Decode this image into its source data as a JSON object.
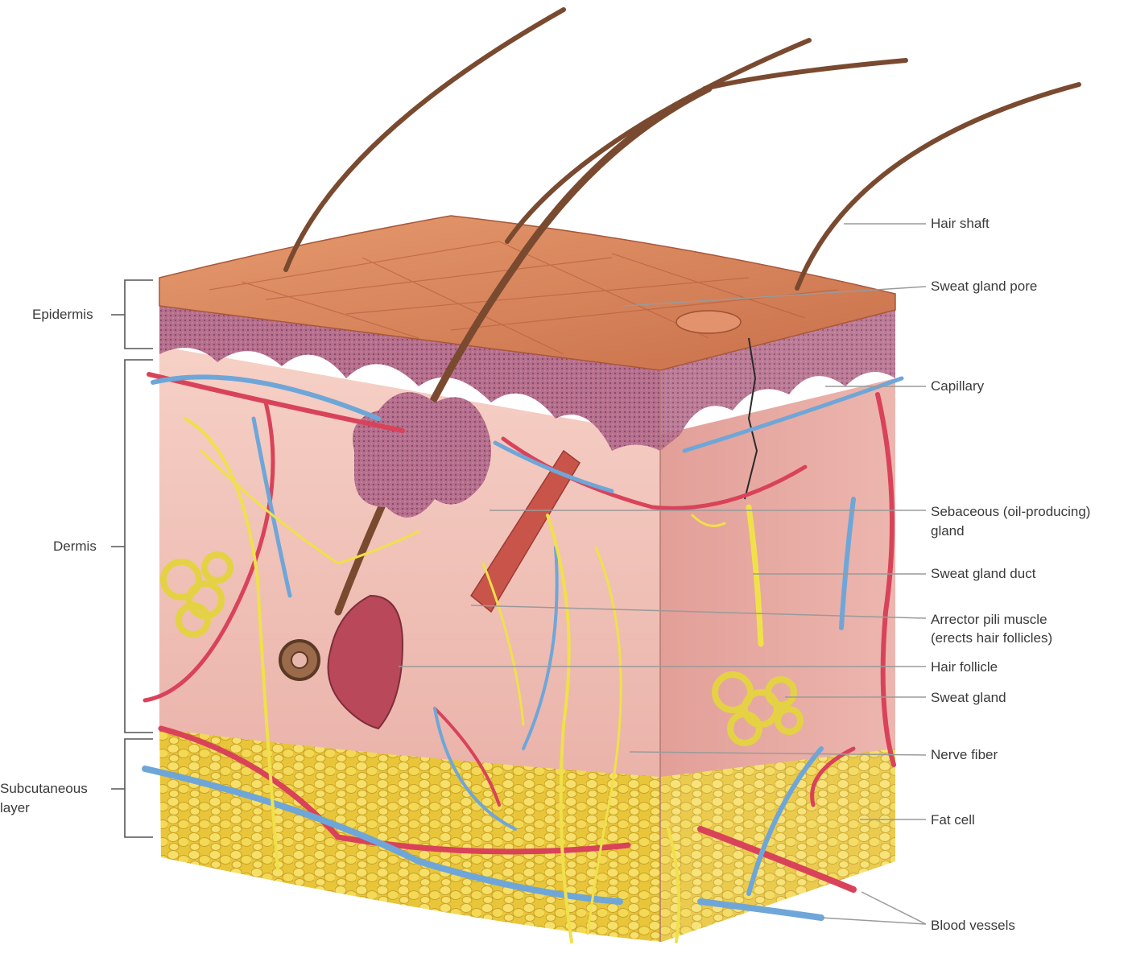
{
  "diagram": {
    "left_labels": {
      "epidermis": "Epidermis",
      "dermis": "Dermis",
      "subcutaneous_line1": "Subcutaneous",
      "subcutaneous_line2": "layer"
    },
    "right_labels": {
      "hair_shaft": "Hair shaft",
      "sweat_gland_pore": "Sweat gland pore",
      "capillary": "Capillary",
      "sebaceous_line1": "Sebaceous (oil-producing)",
      "sebaceous_line2": "gland",
      "sweat_gland_duct": "Sweat gland duct",
      "arrector_line1": "Arrector pili muscle",
      "arrector_line2": "(erects hair follicles)",
      "hair_follicle": "Hair follicle",
      "sweat_gland": "Sweat gland",
      "nerve_fiber": "Nerve fiber",
      "fat_cell": "Fat cell",
      "blood_vessels": "Blood vessels"
    },
    "colors": {
      "epidermis_top": "#d9825a",
      "epidermis_layer": "#b06a8a",
      "dermis": "#f2c4bc",
      "dermis_side": "#e7a8a2",
      "fat": "#f2d54a",
      "artery": "#d9435a",
      "vein": "#6fa6d8",
      "nerve": "#f0e04a",
      "hair": "#7a4a30",
      "leader_line": "#9a9a9a",
      "bracket": "#555555"
    }
  }
}
